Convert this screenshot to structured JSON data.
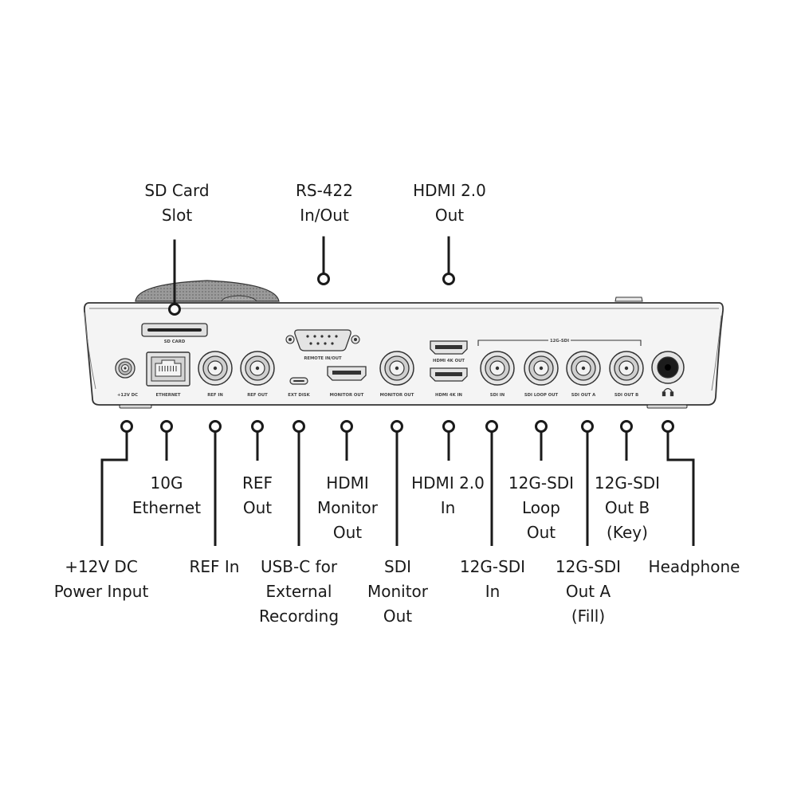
{
  "callouts": {
    "sd_card_slot": "SD Card\nSlot",
    "rs422": "RS-422\nIn/Out",
    "hdmi_out": "HDMI 2.0\nOut",
    "power": "+12V DC\nPower Input",
    "ethernet": "10G\nEthernet",
    "ref_in": "REF In",
    "ref_out": "REF\nOut",
    "usbc": "USB-C for\nExternal\nRecording",
    "hdmi_monitor": "HDMI\nMonitor\nOut",
    "sdi_monitor": "SDI\nMonitor\nOut",
    "hdmi_in": "HDMI 2.0\nIn",
    "sdi_in": "12G-SDI\nIn",
    "sdi_loop": "12G-SDI\nLoop\nOut",
    "sdi_out_a": "12G-SDI\nOut A\n(Fill)",
    "sdi_out_b": "12G-SDI\nOut B\n(Key)",
    "headphone": "Headphone"
  },
  "panel_labels": {
    "sd_card": "SD CARD",
    "remote": "REMOTE IN/OUT",
    "hdmi_4k_out": "HDMI 4K OUT",
    "hdmi_4k_in": "HDMI 4K IN",
    "group_12g": "12G-SDI",
    "dc": "+12V DC",
    "ethernet": "ETHERNET",
    "ref_in": "REF IN",
    "ref_out": "REF OUT",
    "ext_disk": "EXT DISK",
    "monitor_out_hdmi": "MONITOR OUT",
    "monitor_out_sdi": "MONITOR OUT",
    "sdi_in": "SDI IN",
    "sdi_loop_out": "SDI LOOP OUT",
    "sdi_out_a": "SDI OUT A",
    "sdi_out_b": "SDI OUT B"
  },
  "colors": {
    "ink": "#1a1a1a",
    "panel": "#f4f4f4",
    "outline": "#333333"
  }
}
